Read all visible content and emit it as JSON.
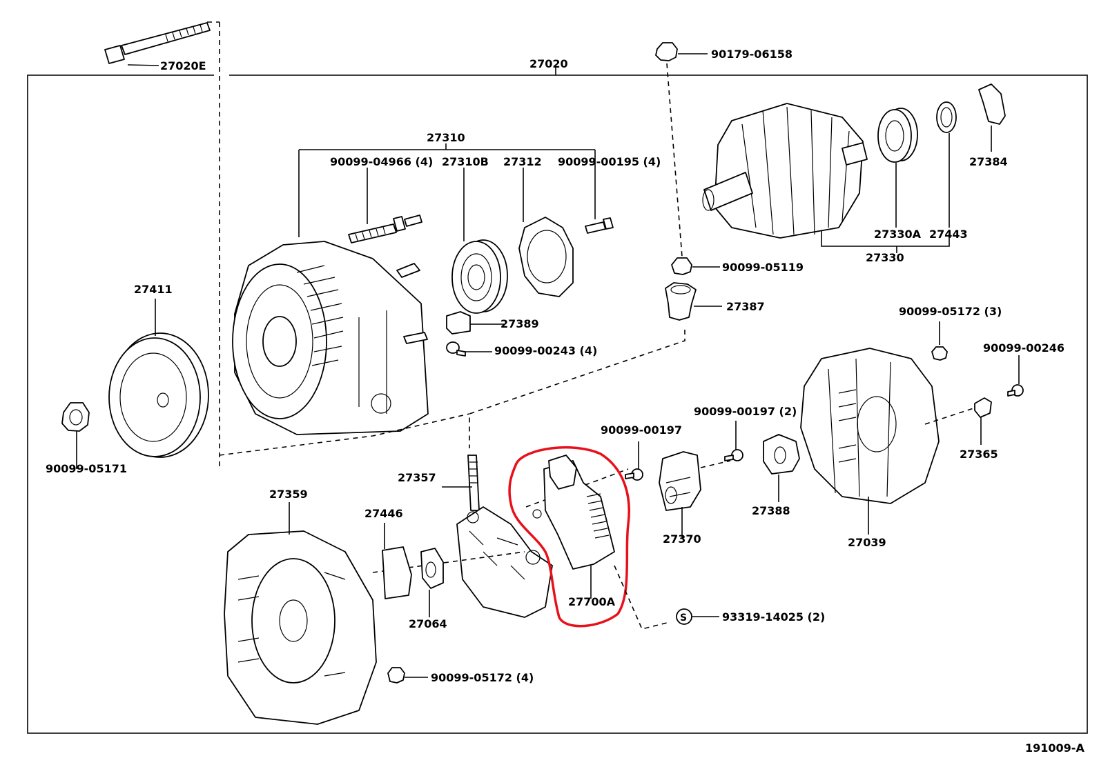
{
  "diagram_code": "191009-A",
  "highlight_color": "#e8101a",
  "labels": {
    "p27020E": "27020E",
    "p27020": "27020",
    "p90179_06158": "90179-06158",
    "p27310": "27310",
    "p90099_04966": "90099-04966 (4)",
    "p27310B": "27310B",
    "p27312": "27312",
    "p90099_00195": "90099-00195 (4)",
    "p27384": "27384",
    "p27330A": "27330A",
    "p27443": "27443",
    "p27330": "27330",
    "p90099_05119": "90099-05119",
    "p27411": "27411",
    "p27389": "27389",
    "p27387": "27387",
    "p90099_00243": "90099-00243 (4)",
    "p90099_05172_3": "90099-05172 (3)",
    "p90099_00246": "90099-00246",
    "p90099_05171": "90099-05171",
    "p90099_00197_2": "90099-00197 (2)",
    "p90099_00197": "90099-00197",
    "p27365": "27365",
    "p27357": "27357",
    "p27359": "27359",
    "p27446": "27446",
    "p27370": "27370",
    "p27388": "27388",
    "p27039": "27039",
    "p27700A": "27700A",
    "p93319_14025": "93319-14025 (2)",
    "s_symbol": "S",
    "p27064": "27064",
    "p90099_05172_4": "90099-05172 (4)"
  }
}
